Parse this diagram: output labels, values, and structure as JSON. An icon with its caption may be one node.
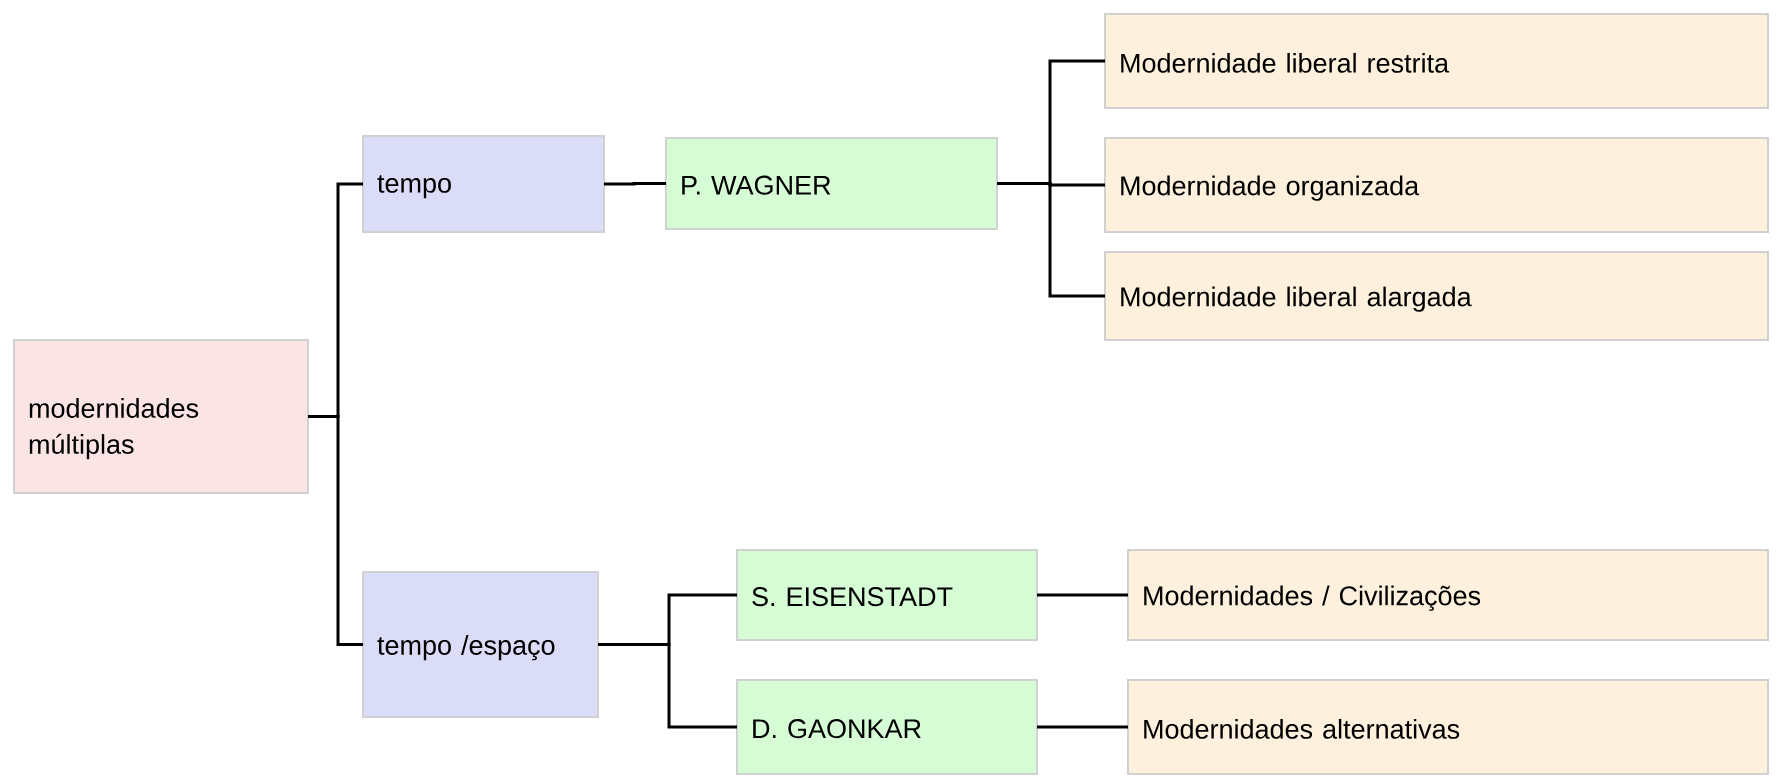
{
  "diagram": {
    "nodes": [
      {
        "text": [
          "modernidades múltiplas"
        ]
      },
      {
        "text": [
          "tempo"
        ]
      },
      {
        "text": [
          "tempo /espaço"
        ]
      },
      {
        "text": [
          "P. WAGNER"
        ]
      },
      {
        "text": [
          "S. EISENSTADT"
        ]
      },
      {
        "text": [
          "D. GAONKAR"
        ]
      },
      {
        "text": [
          "Modernidade liberal restrita"
        ]
      },
      {
        "text": [
          "Modernidade organizada"
        ]
      },
      {
        "text": [
          "Modernidade liberal alargada"
        ]
      },
      {
        "text": [
          "Modernidades / Civilizações"
        ]
      },
      {
        "text": [
          "Modernidades alternativas"
        ]
      }
    ],
    "edges": [
      {
        "from": 0,
        "to": 1,
        "arrow": "none"
      },
      {
        "from": 0,
        "to": 2,
        "arrow": "none"
      },
      {
        "from": 1,
        "to": 3,
        "arrow": "none"
      },
      {
        "from": 3,
        "to": 6,
        "arrow": "none"
      },
      {
        "from": 3,
        "to": 7,
        "arrow": "none"
      },
      {
        "from": 3,
        "to": 8,
        "arrow": "none"
      },
      {
        "from": 2,
        "to": 4,
        "arrow": "none"
      },
      {
        "from": 2,
        "to": 5,
        "arrow": "none"
      },
      {
        "from": 4,
        "to": 9,
        "arrow": "none"
      },
      {
        "from": 5,
        "to": 10,
        "arrow": "none"
      }
    ]
  }
}
